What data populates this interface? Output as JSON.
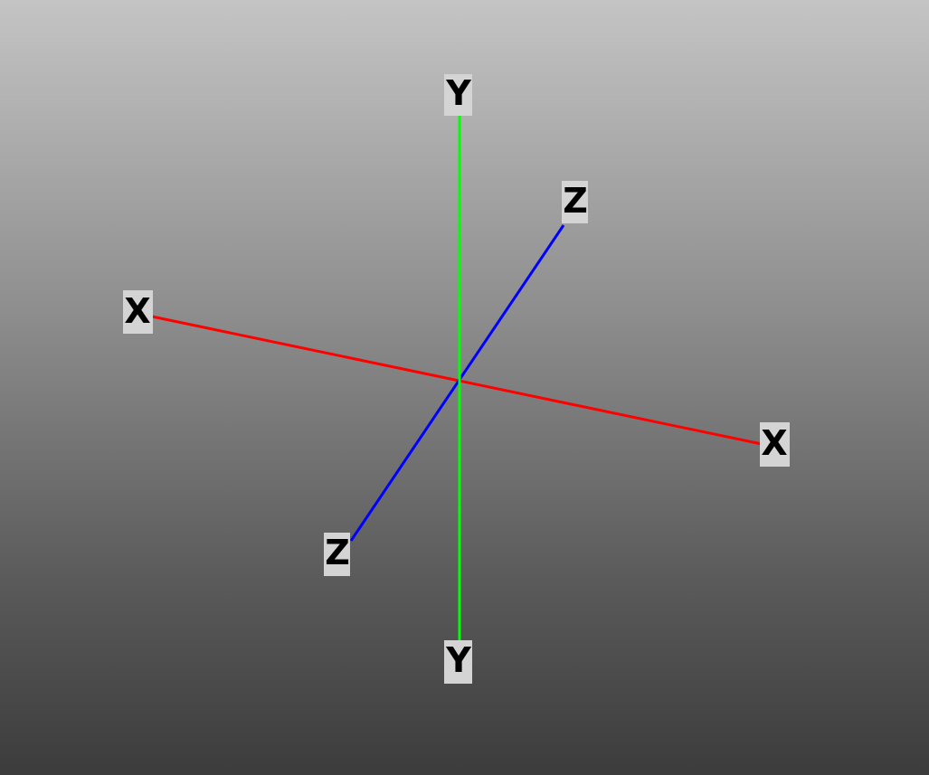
{
  "axes": {
    "x": {
      "color": "#ff0000",
      "label_end_a": "X",
      "label_end_b": "X"
    },
    "y": {
      "color": "#00ff00",
      "label_end_a": "Y",
      "label_end_b": "Y"
    },
    "z": {
      "color": "#0000ff",
      "label_end_a": "Z",
      "label_end_b": "Z"
    }
  },
  "background": {
    "top_color": "#c4c4c4",
    "bottom_color": "#3c3c3c"
  }
}
